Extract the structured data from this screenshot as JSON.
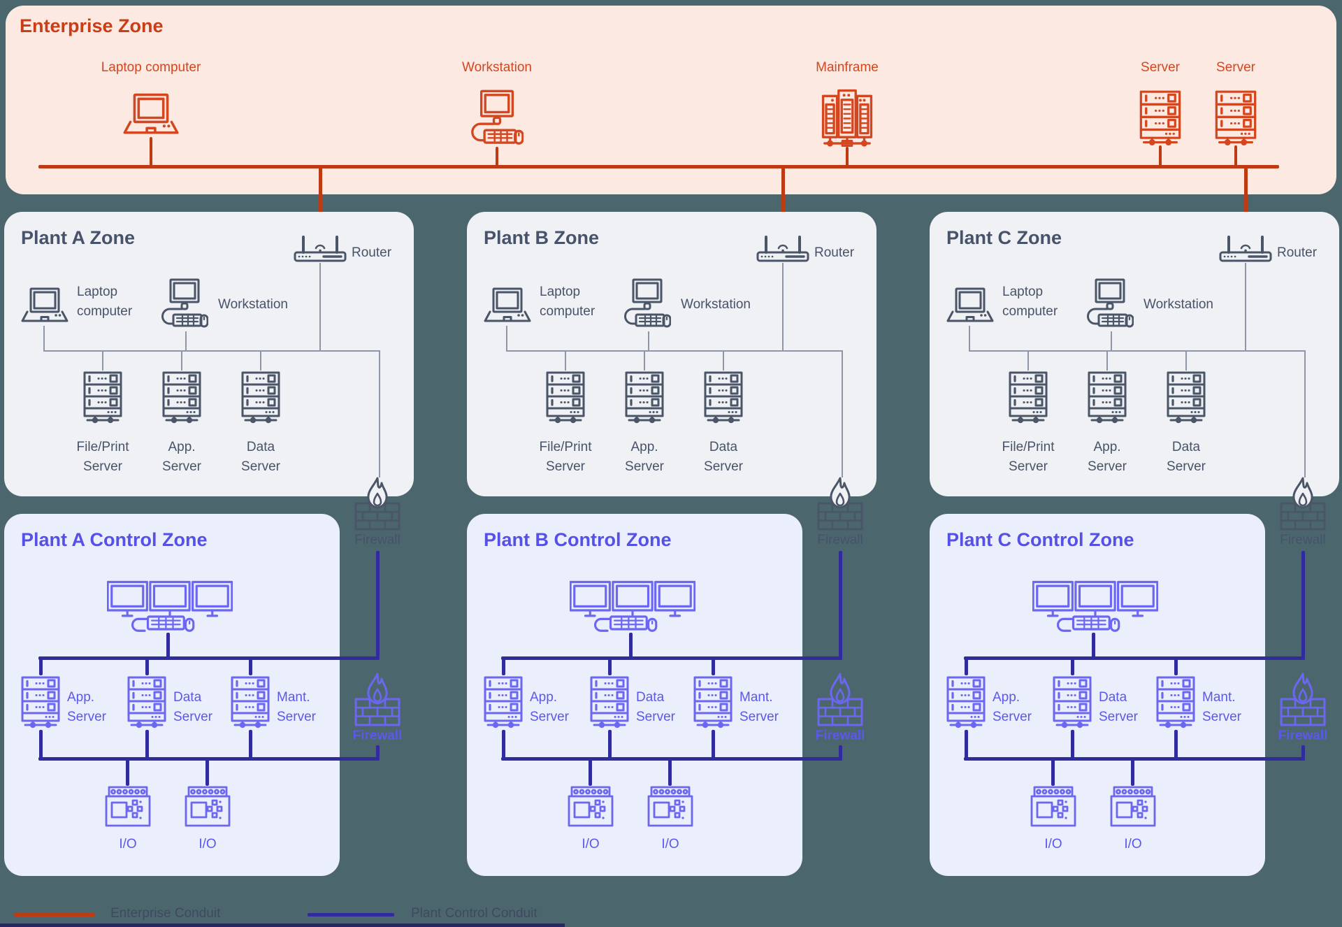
{
  "palette": {
    "background_teal": "#4C666E",
    "enterprise_bg": "#FBE9E2",
    "enterprise_accent": "#D4461F",
    "enterprise_conduit": "#BD3A13",
    "plant_bg": "#F0F1F4",
    "plant_accent": "#4A5568",
    "control_bg": "#EBEEFB",
    "control_accent": "#6B67F2",
    "control_conduit": "#302C9E"
  },
  "enterprise": {
    "title": "Enterprise Zone",
    "nodes": [
      {
        "label": "Laptop computer"
      },
      {
        "label": "Workstation"
      },
      {
        "label": "Mainframe"
      },
      {
        "label": "Server"
      },
      {
        "label": "Server"
      }
    ]
  },
  "plant": {
    "titles": [
      "Plant A Zone",
      "Plant B Zone",
      "Plant C Zone"
    ],
    "router": "Router",
    "laptop_line1": "Laptop",
    "laptop_line2": "computer",
    "workstation": "Workstation",
    "servers": [
      {
        "line1": "File/Print",
        "line2": "Server"
      },
      {
        "line1": "App.",
        "line2": "Server"
      },
      {
        "line1": "Data",
        "line2": "Server"
      }
    ]
  },
  "control": {
    "titles": [
      "Plant A Control Zone",
      "Plant B Control Zone",
      "Plant C Control Zone"
    ],
    "servers": [
      {
        "line1": "App.",
        "line2": "Server"
      },
      {
        "line1": "Data",
        "line2": "Server"
      },
      {
        "line1": "Mant.",
        "line2": "Server"
      }
    ],
    "io": "I/O"
  },
  "firewall_label": "Firewall",
  "legend": {
    "enterprise": "Enterprise Conduit",
    "control": "Plant Control Conduit"
  }
}
